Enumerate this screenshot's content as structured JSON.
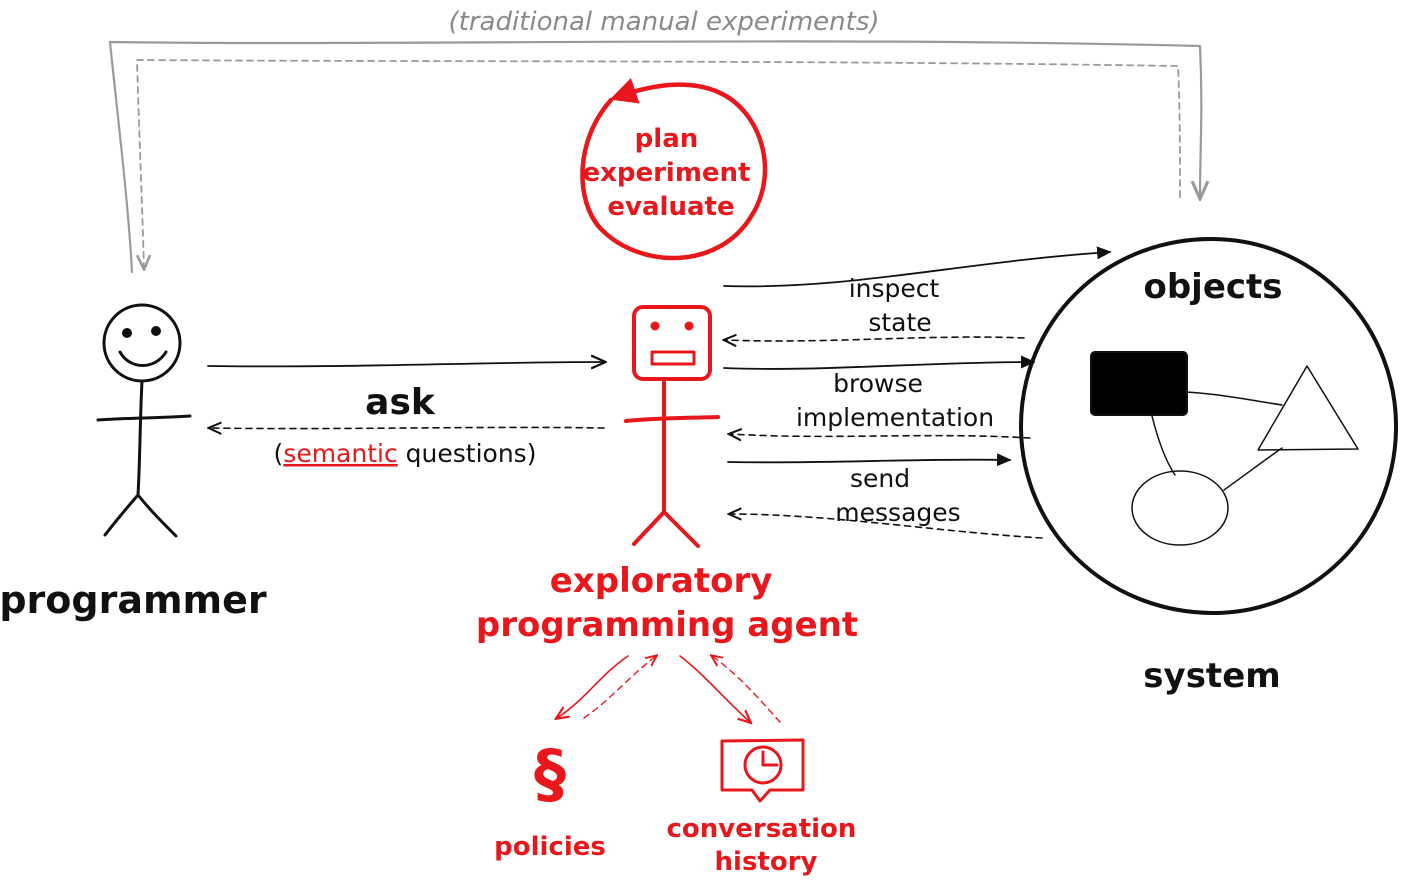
{
  "top_loop": {
    "label": "(traditional manual experiments)"
  },
  "cycle": {
    "lines": [
      "plan",
      "experiment",
      "evaluate"
    ]
  },
  "programmer": {
    "label": "programmer"
  },
  "ask": {
    "label": "ask",
    "open_paren": "(",
    "emphasis": "semantic",
    "rest": " questions)"
  },
  "agent": {
    "lines": [
      "exploratory",
      "programming agent"
    ]
  },
  "actions": [
    {
      "lines": [
        "inspect",
        "state"
      ]
    },
    {
      "lines": [
        "browse",
        "implementation"
      ]
    },
    {
      "lines": [
        "send",
        "messages"
      ]
    }
  ],
  "system": {
    "objects_label": "objects",
    "label": "system"
  },
  "resources": {
    "policies": {
      "icon": "§",
      "label": "policies"
    },
    "history": {
      "lines": [
        "conversation",
        "history"
      ]
    }
  },
  "colors": {
    "ink": "#111111",
    "accent": "#e8171b",
    "muted": "#9a9a9a"
  }
}
